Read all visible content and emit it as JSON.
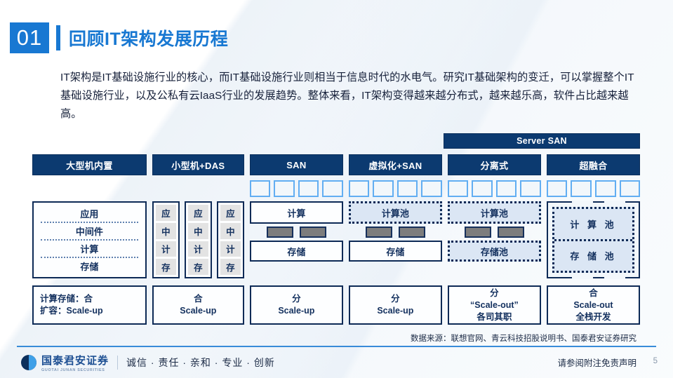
{
  "header": {
    "number": "01",
    "title": "回顾IT架构发展历程"
  },
  "paragraph": "IT架构是IT基础设施行业的核心，而IT基础设施行业则相当于信息时代的水电气。研究IT基础架构的变迁，可以掌握整个IT基础设施行业，以及公私有云IaaS行业的发展趋势。整体来看，IT架构变得越来越分布式，越来越乐高，软件占比越来越高。",
  "diagram": {
    "server_san_label": "Server SAN",
    "columns": [
      {
        "header": "大型机内置",
        "layers": [
          "应用",
          "中间件",
          "计算",
          "存储"
        ],
        "summary": [
          "计算存储：合",
          "扩容：Scale-up"
        ]
      },
      {
        "header": "小型机+DAS",
        "machine_cells": [
          "应",
          "中",
          "计",
          "存"
        ],
        "machine_count": 3,
        "summary": [
          "合",
          "Scale-up"
        ]
      },
      {
        "header": "SAN",
        "compute": "计算",
        "storage": "存储",
        "summary": [
          "分",
          "Scale-up"
        ]
      },
      {
        "header": "虚拟化+SAN",
        "compute": "计算池",
        "storage": "存储",
        "summary": [
          "分",
          "Scale-up"
        ]
      },
      {
        "header": "分离式",
        "compute": "计算池",
        "storage": "存储池",
        "summary": [
          "分",
          "“Scale-out”",
          "各司其职"
        ]
      },
      {
        "header": "超融合",
        "compute": "计 算 池",
        "storage": "存 储 池",
        "summary": [
          "合",
          "Scale-out",
          "全栈开发"
        ]
      }
    ]
  },
  "source_note": "数据来源：联想官网、青云科技招股说明书、国泰君安证券研究",
  "footer": {
    "logo_cn": "国泰君安证券",
    "logo_en": "GUOTAI JUNAN SECURITIES",
    "slogan": "诚信 · 责任 · 亲和 · 专业 · 创新",
    "disclaimer": "请参阅附注免责声明",
    "page_number": "5"
  },
  "colors": {
    "accent_blue": "#1878d2",
    "navy": "#0c3a70",
    "node_blue": "#62aef2",
    "pool_fill": "#dbe6f4",
    "switch_gray": "#7d7d7d"
  }
}
